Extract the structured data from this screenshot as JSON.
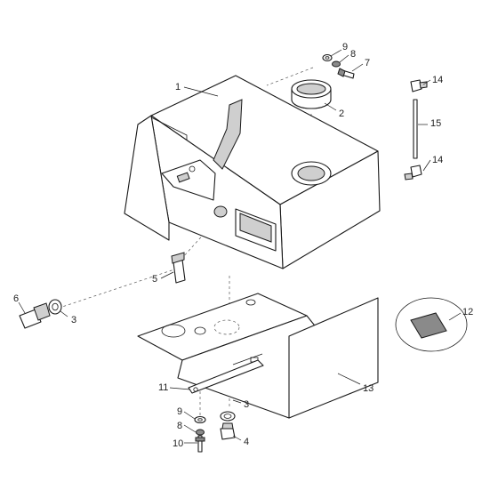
{
  "callouts": {
    "c1": "1",
    "c2": "2",
    "c3a": "3",
    "c3b": "3",
    "c4": "4",
    "c5": "5",
    "c6": "6",
    "c7": "7",
    "c8a": "8",
    "c8b": "8",
    "c9a": "9",
    "c9b": "9",
    "c10": "10",
    "c11": "11",
    "c12": "12",
    "c13": "13",
    "c14a": "14",
    "c14b": "14",
    "c15": "15"
  }
}
